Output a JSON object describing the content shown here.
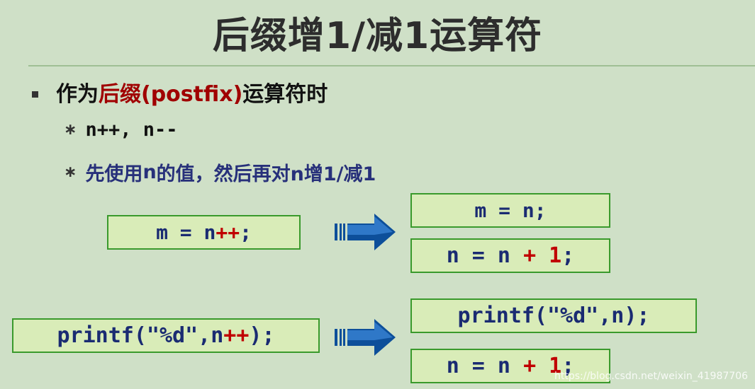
{
  "slide": {
    "title": "后缀增1/减1运算符",
    "bullet": {
      "prefix": "作为",
      "highlight": "后缀(postfix)",
      "suffix": "运算符时"
    },
    "sub1": "n++, n--",
    "sub2": {
      "part1": "先使用",
      "n": "n",
      "part2": "的值，然后再对",
      "part3": "n增1/减1"
    },
    "example1": {
      "left": {
        "before": "m = n",
        "op": "++",
        "after": ";"
      },
      "right1": {
        "text": "m = n;"
      },
      "right2": {
        "before": "n = n ",
        "op": "+ 1",
        "after": ";"
      }
    },
    "example2": {
      "left": {
        "before": "printf(\"%d\",n",
        "op": "++",
        "after": ");"
      },
      "right1": {
        "text": "printf(\"%d\",n);"
      },
      "right2": {
        "before": "n = n ",
        "op": "+ 1",
        "after": ";"
      }
    },
    "watermark": "https://blog.csdn.net/weixin_41987706",
    "colors": {
      "background": "#cfe0c7",
      "box_fill": "#d9ecb8",
      "box_border": "#3a9a2c",
      "code_text": "#1a2b72",
      "operator": "#c00000",
      "arrow": "#0d4f9a"
    }
  }
}
